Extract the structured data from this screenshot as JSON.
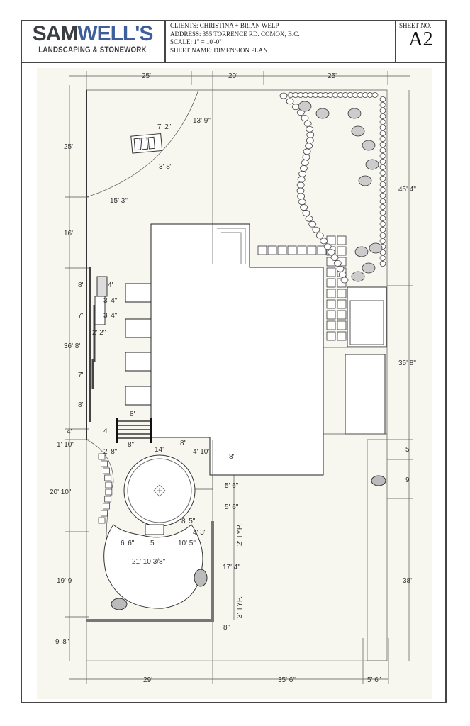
{
  "title_block": {
    "logo_main_a": "SAM",
    "logo_main_b": "WELL'S",
    "logo_sub": "LANDSCAPING & STONEWORK",
    "clients": "CLIENTS: CHRISTINA + BRIAN WELP",
    "address": "ADDRESS: 355 TORRENCE RD. COMOX, B.C.",
    "scale": "SCALE: 1\" = 10'-0\"",
    "sheet_name": "SHEET NAME:  DIMENSION PLAN",
    "sheet_no_label": "SHEET NO.",
    "sheet_no": "A2"
  },
  "colors": {
    "background": "#f7f6ef",
    "logo_blue": "#3f5f9c",
    "logo_dark": "#3a3d42"
  },
  "dimensions": {
    "top": [
      "25'",
      "20'",
      "25'"
    ],
    "left": [
      "25'",
      "16'",
      "36' 8'",
      "4'",
      "1' 10\"",
      "20' 10\"",
      "19' 9",
      "9' 8\""
    ],
    "left_inner": [
      "8'",
      "7'",
      "7'",
      "8'"
    ],
    "right": [
      "45' 4\"",
      "35' 8\"",
      "5'",
      "9'",
      "38'"
    ],
    "bottom": [
      "29'",
      "35' 6\"",
      "5' 6\""
    ],
    "arc": [
      "13' 9\"",
      "7' 2\"",
      "3' 8\"",
      "15' 3\""
    ],
    "bbq": [
      "4'",
      "3' 4\"",
      "3' 4\"",
      "2' 2\""
    ],
    "stairs": [
      "8'",
      "4'",
      "2' 8\"",
      "8\"",
      "14'",
      "8\"",
      "4' 10\""
    ],
    "patio_right": [
      "8'",
      "5' 6\"",
      "5' 6\"",
      "2' TYP.",
      "17' 4\"",
      "3' TYP.",
      "8\""
    ],
    "patio_inner": [
      "8' 5\"",
      "4' 3\"",
      "6' 6\"",
      "5'",
      "10' 5\"",
      "21' 10 3/8\""
    ]
  }
}
